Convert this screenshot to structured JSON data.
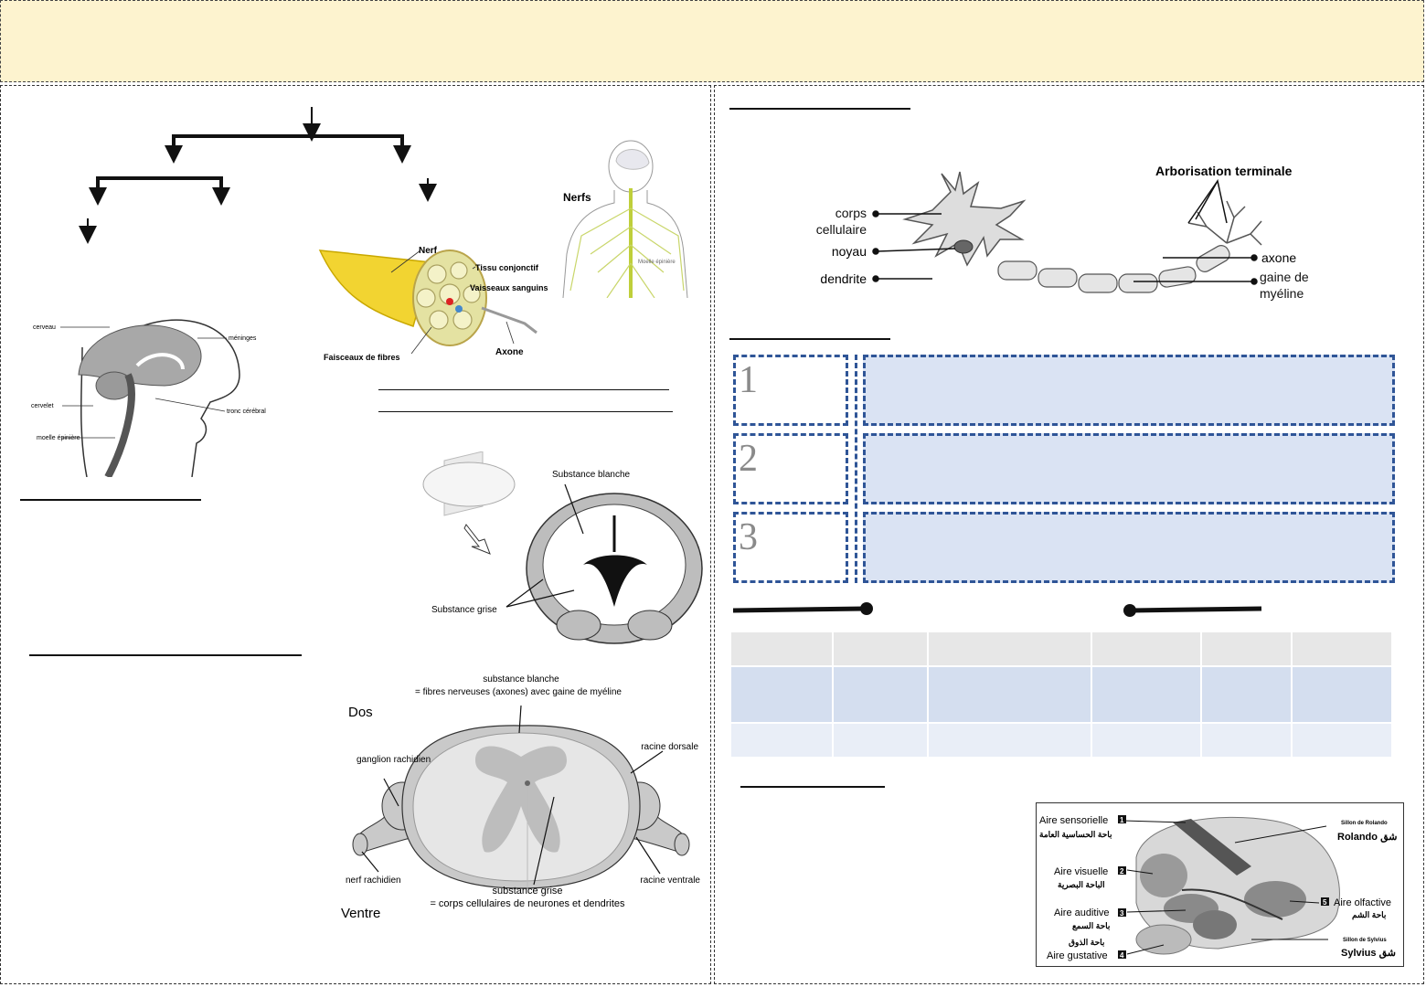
{
  "spinal_nerve_figure": {
    "nerfs_label": "Nerfs",
    "moelle_label": "Moelle épinière",
    "labels": {
      "nerf": "Nerf",
      "tissu": "Tissu conjonctif",
      "vaisseaux": "Vaisseaux sanguins",
      "faisceaux": "Faisceaux de fibres",
      "axone": "Axone"
    }
  },
  "brain_head_figure": {
    "labels": {
      "cerveau": "cerveau",
      "meninges": "méninges",
      "cervelet": "cervelet",
      "tronc": "tronc cérébral",
      "moelle": "moelle épinière"
    }
  },
  "brain_section_figure": {
    "blanche": "Substance blanche",
    "grise": "Substance grise"
  },
  "spinal_cord_figure": {
    "blanche_title": "substance blanche",
    "blanche_desc": "= fibres nerveuses (axones) avec gaine de myéline",
    "dos": "Dos",
    "ventre": "Ventre",
    "ganglion": "ganglion rachidien",
    "racine_dorsale": "racine dorsale",
    "racine_ventrale": "racine ventrale",
    "nerf_rachidien": "nerf rachidien",
    "grise_title": "substance grise",
    "grise_desc": "= corps cellulaires de neurones et dendrites"
  },
  "neuron_figure": {
    "arborisation": "Arborisation terminale",
    "corps": "corps cellulaire",
    "noyau": "noyau",
    "dendrite": "dendrite",
    "axone": "axone",
    "gaine": "gaine de myéline"
  },
  "steps": [
    {
      "num": "1"
    },
    {
      "num": "2"
    },
    {
      "num": "3"
    }
  ],
  "cortex_figure": {
    "sensorielle": "Aire sensorielle",
    "sensorielle_ar": "باحة الحساسية العامة",
    "visuelle": "Aire visuelle",
    "visuelle_ar": "الباحة البصرية",
    "auditive": "Aire auditive",
    "auditive_ar": "باحة السمع",
    "gustative": "Aire gustative",
    "gustative_ar": "باحة الذوق",
    "olfactive": "Aire olfactive",
    "olfactive_ar": "باحة الشم",
    "rolando_small": "Sillon de Rolando",
    "rolando": "Rolando شق",
    "sylvius_small": "Sillon de Sylvius",
    "sylvius": "Sylvius شق",
    "badges": [
      "1",
      "2",
      "3",
      "4",
      "5"
    ]
  },
  "colors": {
    "banner": "#fdf3cf",
    "box_fill": "#dae3f3",
    "box_border": "#2f5597",
    "table_header": "#e7e7e7",
    "table_row1": "#d4deef",
    "table_row2": "#e9eef7"
  }
}
